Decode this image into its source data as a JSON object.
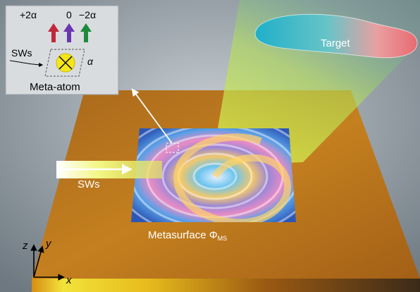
{
  "inset": {
    "orders": [
      "+2α",
      "0",
      "−2α"
    ],
    "sws_label": "SWs",
    "alpha_label": "α",
    "caption": "Meta-atom"
  },
  "target_label": "Target",
  "sws_label": "SWs",
  "metasurface": {
    "label": "Metasurface Φ",
    "subscript": "MS"
  },
  "axes": {
    "z": "z",
    "y": "y",
    "x": "x"
  },
  "colors": {
    "plate": "#b9741e",
    "order_plus": "#c0283a",
    "order_zero": "#6a36b0",
    "order_minus": "#1f8a3c",
    "beam": "#e8f060",
    "target": "#1fb3c8"
  }
}
